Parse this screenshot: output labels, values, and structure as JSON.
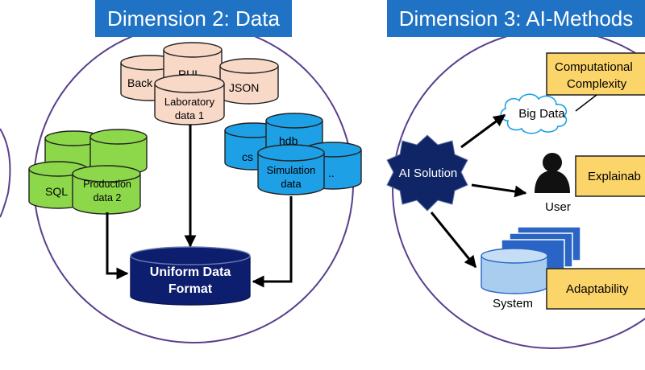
{
  "headers": {
    "data": "Dimension 2: Data",
    "methods": "Dimension 3: AI-Methods"
  },
  "data_panel": {
    "lab_cluster": {
      "back": "Back",
      "rul": "RUL",
      "json": "JSON",
      "lab_line1": "Laboratory",
      "lab_line2": "data 1"
    },
    "prod_cluster": {
      "sql": "SQL",
      "prod_line1": "Production",
      "prod_line2": "data 2"
    },
    "sim_cluster": {
      "csv": "cs",
      "hdb": "hdb",
      "dots": "..",
      "sim_line1": "Simulation",
      "sim_line2": "data"
    },
    "uniform_line1": "Uniform Data",
    "uniform_line2": "Format"
  },
  "methods_panel": {
    "ai_solution": "AI Solution",
    "big_data": "Big Data",
    "user": "User",
    "system": "System",
    "computational_line1": "Computational",
    "computational_line2": "Complexity",
    "explainability": "Explainab",
    "adaptability": "Adaptability"
  },
  "colors": {
    "header_blue": "#1f72c4",
    "circle_purple": "#5a3f8c",
    "lab_db": "#f8d8c6",
    "prod_db": "#8cd74a",
    "sim_db": "#1ea0e6",
    "uniform_db": "#0d1e6e",
    "ai_star": "#102566",
    "yellow_box": "#fcd56a",
    "system_db": "#a8cdef"
  }
}
